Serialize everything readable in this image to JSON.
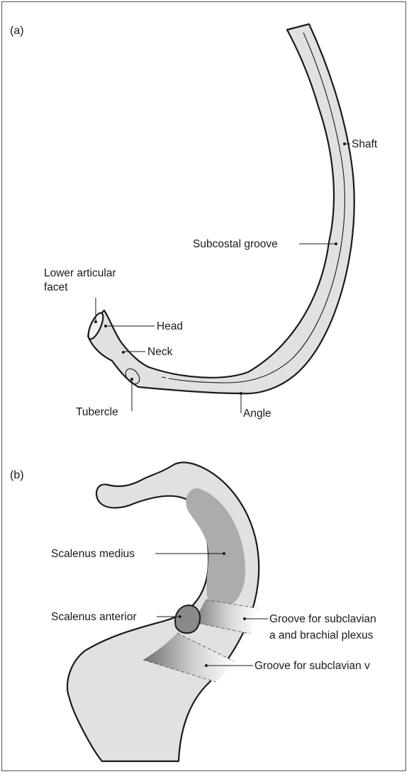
{
  "panel_a": {
    "label": "(a)",
    "labels": {
      "shaft": "Shaft",
      "subcostal_groove": "Subcostal groove",
      "lower_articular_facet_line1": "Lower articular",
      "lower_articular_facet_line2": "facet",
      "head": "Head",
      "neck": "Neck",
      "tubercle": "Tubercle",
      "angle": "Angle"
    }
  },
  "panel_b": {
    "label": "(b)",
    "labels": {
      "scalenus_medius": "Scalenus medius",
      "scalenus_anterior": "Scalenus anterior",
      "groove_subclavian_a_line1": "Groove for subclavian",
      "groove_subclavian_a_line2": "a and brachial plexus",
      "groove_subclavian_v": "Groove for subclavian v"
    }
  },
  "colors": {
    "bone_fill": "#e1e1e1",
    "muscle_medius": "#acacac",
    "muscle_anterior": "#8a8a8a",
    "outline": "#1a1a1a"
  }
}
